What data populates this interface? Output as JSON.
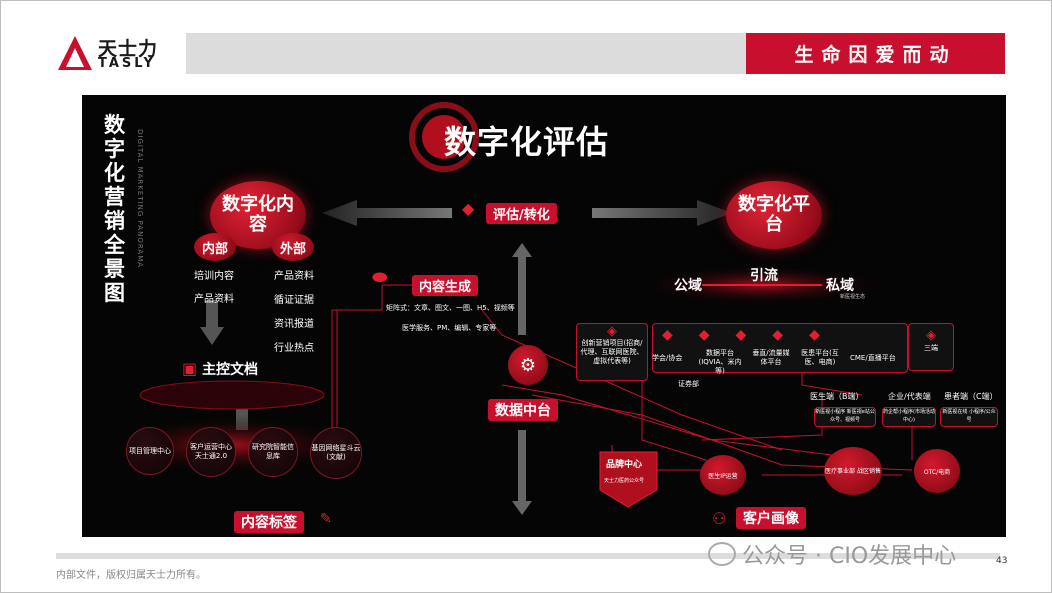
{
  "header": {
    "logo_cn": "天士力",
    "logo_en": "TASLY",
    "slogan": "生命因爱而动"
  },
  "diagram": {
    "vertical_title": "数字化营销全景图",
    "vertical_subtitle": "DIGITAL MARKETING PANORAMA",
    "main_title": "数字化评估",
    "content_node": "数字化内容",
    "platform_node": "数字化平台",
    "internal": "内部",
    "external": "外部",
    "internal_items": [
      "培训内容",
      "产品资料"
    ],
    "external_items": [
      "产品资料",
      "循证证据",
      "资讯报道",
      "行业热点"
    ],
    "master_doc": "主控文档",
    "bottom_circles": [
      "项目管理中心",
      "客户运营中心天士通2.0",
      "研究院智能信息库",
      "基因网络星斗云(文献)"
    ],
    "content_tag": "内容标签",
    "evaluate_convert": "评估/转化",
    "content_gen": "内容生成",
    "content_gen_lines": [
      "矩阵式：文章、图文、一图、H5、视频等",
      "医学服务、PM、编辑、专家等"
    ],
    "data_center": "数据中台",
    "public_domain": "公域",
    "traffic": "引流",
    "private_domain": "私域",
    "private_domain_sub": "新医视生态",
    "platform_boxes": [
      "创新营销项目(招商/代理、互联网医院、虚拟代表等)"
    ],
    "platform_items": [
      "学会/协会",
      "数据平台(IQVIA、米内等)",
      "垂直/流量媒体平台",
      "医患平台(互医、电商)",
      "CME/直播平台"
    ],
    "three_ends": "三端",
    "securities_dept": "证券部",
    "ends": [
      "医生端（B端）",
      "企业/代表端",
      "患者端（C端）"
    ],
    "end_boxes": [
      "新医视小程序 新医视e站公众号、视频号",
      "药企帮小程序(市场活动中心)",
      "新医视在线 小程序/公众号"
    ],
    "brand_center": "品牌中心",
    "brand_center_sub": "天士力医药公众号",
    "doctor_ip": "医生IP运营",
    "medical_division": "医疗事业部 战区销售",
    "otc": "OTC/电商",
    "customer_portrait": "客户画像"
  },
  "footer": {
    "text": "内部文件，版权归属天士力所有。",
    "watermark": "公众号 · CIO发展中心",
    "page": "43"
  }
}
